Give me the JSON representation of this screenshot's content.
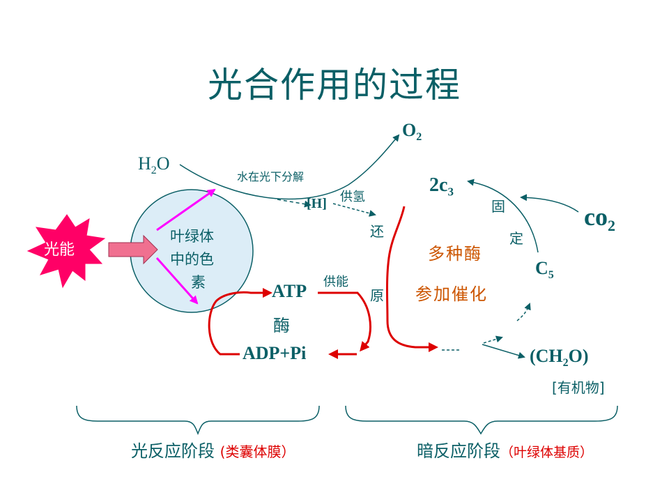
{
  "title": "光合作用的过程",
  "labels": {
    "h2o_main": "H",
    "h2o_sub": "2",
    "h2o_tail": "O",
    "o2_main": "O",
    "o2_sub": "2",
    "water_split": "水在光下分解",
    "h": "[H]",
    "supply_h": "供氢",
    "light_energy": "光能",
    "pigment_line1": "叶绿体",
    "pigment_line2": "中的色",
    "pigment_line3": "素",
    "atp": "ATP",
    "supply_energy": "供能",
    "enzyme": "酶",
    "adp_pi": "ADP+Pi",
    "reduce_1": "还",
    "reduce_2": "原",
    "c3_prefix": "2c",
    "c3_sub": "3",
    "fix_1": "固",
    "fix_2": "定",
    "co2_main": "co",
    "co2_sub": "2",
    "enzymes_line1": "多种酶",
    "enzymes_line2": "参加催化",
    "c5_main": "C",
    "c5_sub": "5",
    "ch2o_pre": "(CH",
    "ch2o_sub": "2",
    "ch2o_post": "O)",
    "organic": "[有机物]",
    "light_stage": "光反应阶段",
    "light_stage_loc": "(类囊体膜）",
    "dark_stage": "暗反应阶段",
    "dark_stage_loc": "（叶绿体基质）"
  },
  "colors": {
    "teal": "#0b5f66",
    "red": "#dd0000",
    "magenta": "#ff00ff",
    "orange_text": "#cc5500",
    "star_fill": "#ff0066",
    "arrow_pink": "#f07090",
    "circle_fill": "#dcedf7"
  }
}
